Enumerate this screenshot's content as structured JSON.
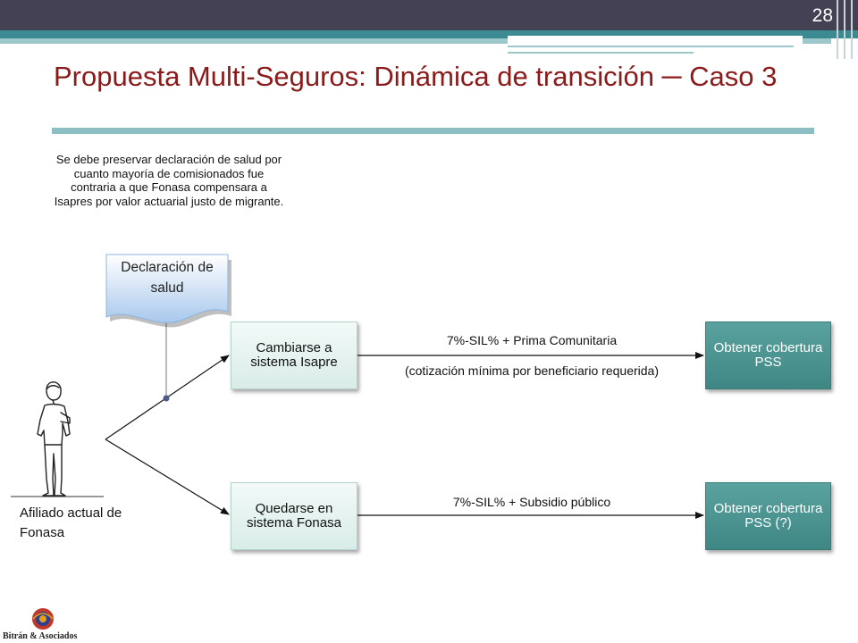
{
  "slide": {
    "page_number": "28",
    "title": "Propuesta Multi-Seguros: Dinámica de transición ─ Caso 3"
  },
  "diagram": {
    "note": "Se debe preservar declaración de salud por cuanto mayoría de comisionados fue contraria a que Fonasa compensara a Isapres por valor actuarial justo de migrante.",
    "document": {
      "label": "Declaración de salud",
      "icon": "document-shape"
    },
    "person": {
      "label": "Afiliado actual de Fonasa",
      "icon": "standing-person-icon"
    },
    "nodes": {
      "isapre": "Cambiarse a sistema Isapre",
      "fonasa": "Quedarse en sistema Fonasa",
      "pss_isapre": "Obtener cobertura PSS",
      "pss_fonasa": "Obtener cobertura PSS (?)"
    },
    "edges": {
      "isapre_label_top": "7%-SIL%  + Prima Comunitaria",
      "isapre_label_bottom": "(cotización mínima por beneficiario requerida)",
      "fonasa_label": "7%-SIL%  + Subsidio público"
    }
  },
  "logo": {
    "text": "Bitrán & Asociados",
    "colors": [
      "#c0392b",
      "#2c3e8f",
      "#e0a020"
    ]
  },
  "colors": {
    "title": "#8b1a1a",
    "teal_dark": "#3d8b92",
    "teal_light": "#9cc7cb",
    "box_dark": "#4f9693",
    "box_light": "#e6f3f0",
    "document_blue": "#a8c8ec"
  }
}
